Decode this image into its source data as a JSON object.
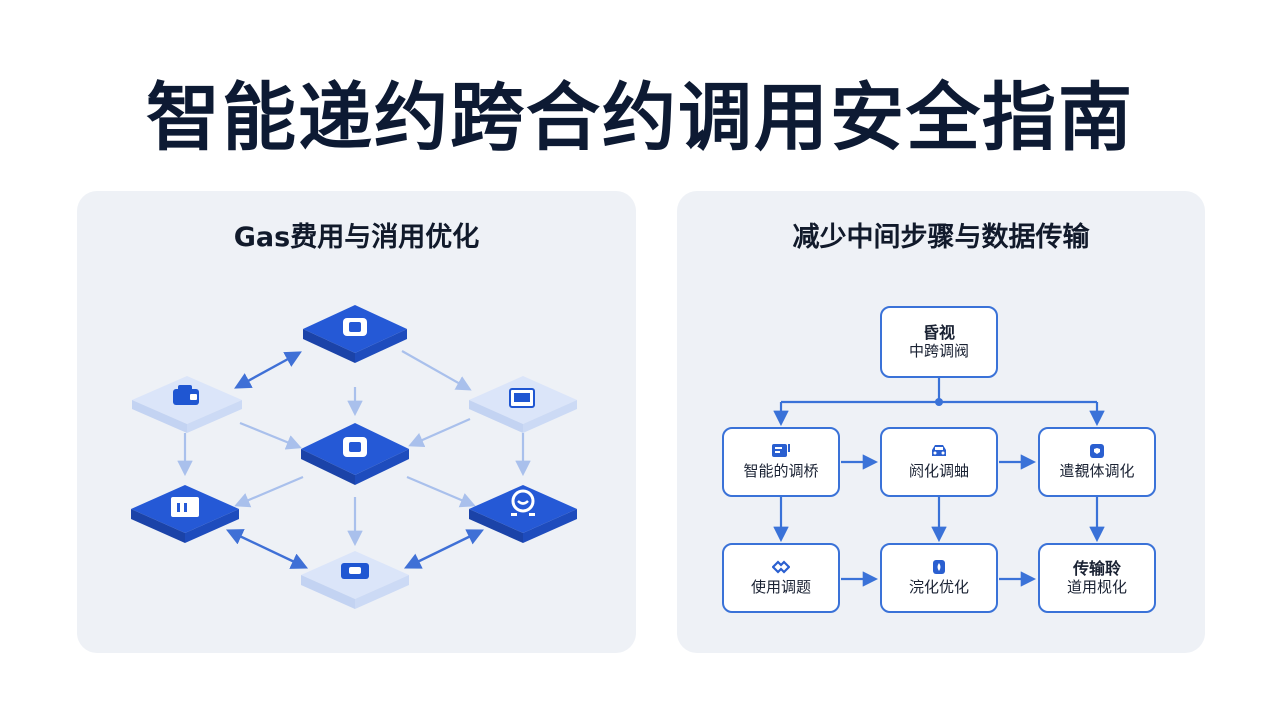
{
  "title": "智能递约跨合约调用安全指南",
  "left_panel": {
    "title": "Gas费用与消用优化",
    "tiles": [
      {
        "id": "top",
        "icon": "chip-icon",
        "style": "dark"
      },
      {
        "id": "left",
        "icon": "wallet-icon",
        "style": "light"
      },
      {
        "id": "right",
        "icon": "document-icon",
        "style": "light"
      },
      {
        "id": "center",
        "icon": "chip-icon",
        "style": "dark"
      },
      {
        "id": "lower-left",
        "icon": "id-card-icon",
        "style": "dark"
      },
      {
        "id": "lower-right",
        "icon": "refresh-icon",
        "style": "dark"
      },
      {
        "id": "bottom",
        "icon": "chip-icon",
        "style": "light"
      }
    ]
  },
  "right_panel": {
    "title": "减少中间步骤与数据传输",
    "top_node": {
      "line1": "昏视",
      "line2": "中跨调阀",
      "icon": "none"
    },
    "row1": [
      {
        "label": "智能的调桥",
        "icon": "terminal-icon"
      },
      {
        "label": "阏化调蚰",
        "icon": "car-icon"
      },
      {
        "label": "遣覩体调化",
        "icon": "shield-icon"
      }
    ],
    "row2": [
      {
        "label": "使用调题",
        "icon": "link-icon"
      },
      {
        "label": "浣化优化",
        "icon": "drop-icon"
      },
      {
        "line1": "传输聆",
        "line2": "道用枧化",
        "icon": "none"
      }
    ]
  },
  "colors": {
    "accent": "#2f6ae0",
    "accent_dark": "#1f4fc2",
    "tile_light": "#dde7fa",
    "panel_bg": "#eef1f6",
    "title": "#0d1a33"
  }
}
